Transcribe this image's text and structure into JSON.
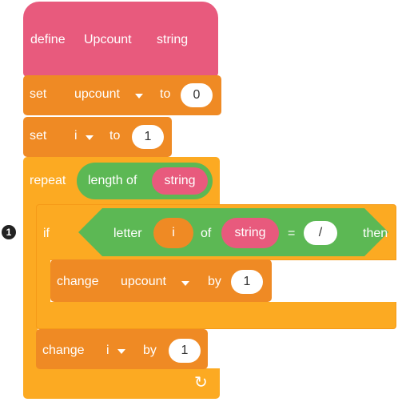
{
  "define_block": {
    "keyword": "define",
    "name": "Upcount",
    "param": "string"
  },
  "set_upcount": {
    "keyword": "set",
    "variable": "upcount",
    "to": "to",
    "value": "0"
  },
  "set_i": {
    "keyword": "set",
    "variable": "i",
    "to": "to",
    "value": "1"
  },
  "repeat_block": {
    "keyword": "repeat",
    "length_label": "length of",
    "arg": "string"
  },
  "if_block": {
    "marker": "1",
    "keyword": "if",
    "letter_label": "letter",
    "letter_index": "i",
    "of_label": "of",
    "of_arg": "string",
    "operator": "=",
    "compare_value": "/",
    "then": "then"
  },
  "change_upcount": {
    "keyword": "change",
    "variable": "upcount",
    "by": "by",
    "value": "1"
  },
  "change_i": {
    "keyword": "change",
    "variable": "i",
    "by": "by",
    "value": "1"
  },
  "loop_icon": "loop-arrow-icon",
  "colors": {
    "define": "#e85a7d",
    "variables": "#ef8a24",
    "control": "#fcaa22",
    "operators": "#5cb854"
  }
}
